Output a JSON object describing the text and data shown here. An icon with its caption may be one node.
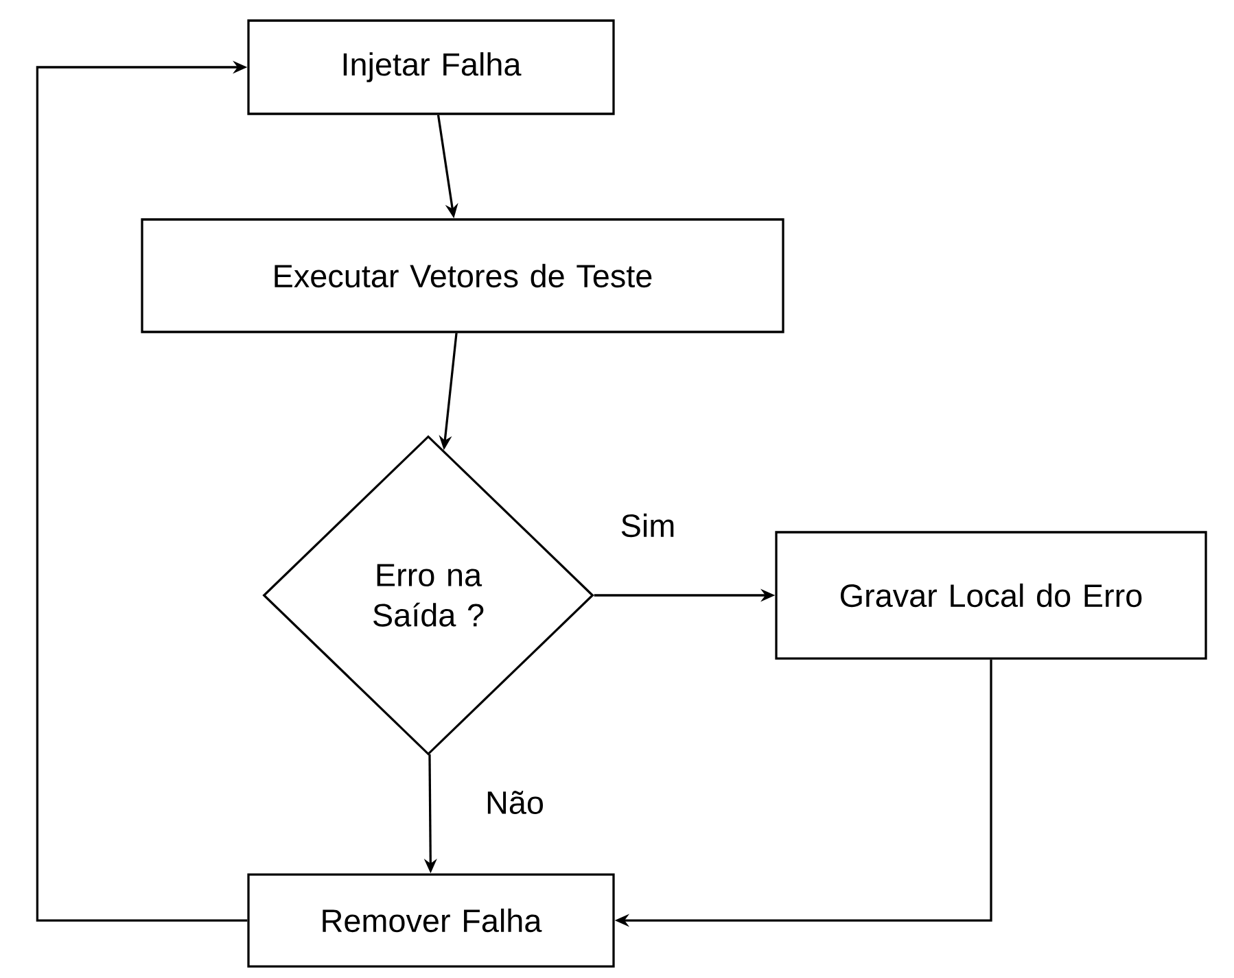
{
  "diagram": {
    "nodes": [
      {
        "text": [
          "Injetar Falha"
        ]
      },
      {
        "text": [
          "Executar Vetores de Teste"
        ]
      },
      {
        "text": [
          "Erro na Saída ?"
        ]
      },
      {
        "text": [
          "Gravar Local do Erro"
        ]
      },
      {
        "text": [
          "Remover Falha"
        ]
      }
    ],
    "edges": [
      {
        "from": 0,
        "to": 1,
        "arrow": "to"
      },
      {
        "from": 1,
        "to": 2,
        "arrow": "to"
      },
      {
        "from": 2,
        "to": 3,
        "arrow": "to",
        "label": "Sim"
      },
      {
        "from": 2,
        "to": 4,
        "arrow": "to",
        "label": "Não"
      },
      {
        "from": 3,
        "to": 4,
        "arrow": "to"
      },
      {
        "from": 4,
        "to": 0,
        "arrow": "to"
      }
    ]
  }
}
